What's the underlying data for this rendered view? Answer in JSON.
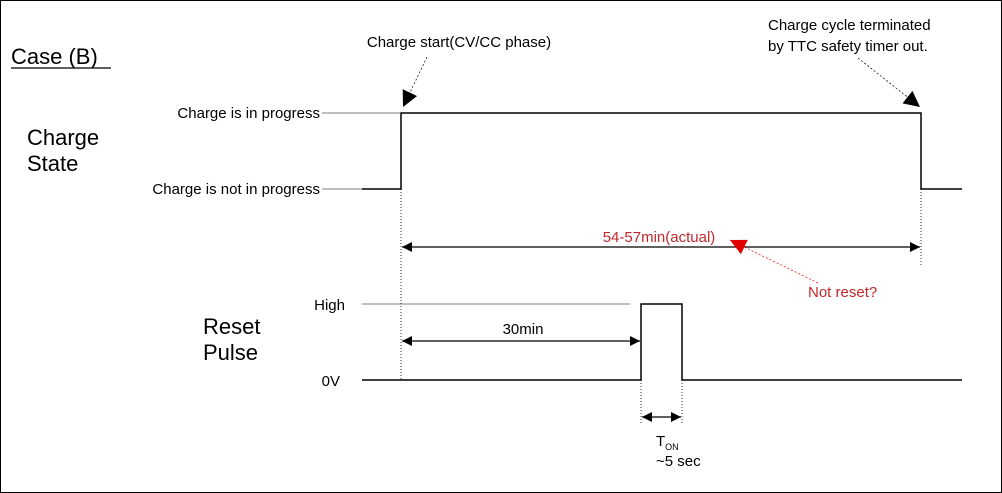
{
  "case_title": "Case (B)",
  "charge_state": {
    "title_line1": "Charge",
    "title_line2": "State",
    "level_high": "Charge is in progress",
    "level_low": "Charge is not in progress"
  },
  "reset_pulse": {
    "title_line1": "Reset",
    "title_line2": "Pulse",
    "level_high": "High",
    "level_low": "0V"
  },
  "annotations": {
    "charge_start": "Charge start(CV/CC phase)",
    "terminated_line1": "Charge cycle terminated",
    "terminated_line2": "by TTC safety timer out.",
    "duration_actual": "54-57min(actual)",
    "not_reset": "Not reset?",
    "duration_30": "30min",
    "ton_main": "T",
    "ton_sub": "ON",
    "ton_value": "~5 sec"
  },
  "colors": {
    "border": "#000000",
    "signal": "#000000",
    "annotation_red": "#c0282c",
    "arrow_red": "#e00000"
  }
}
